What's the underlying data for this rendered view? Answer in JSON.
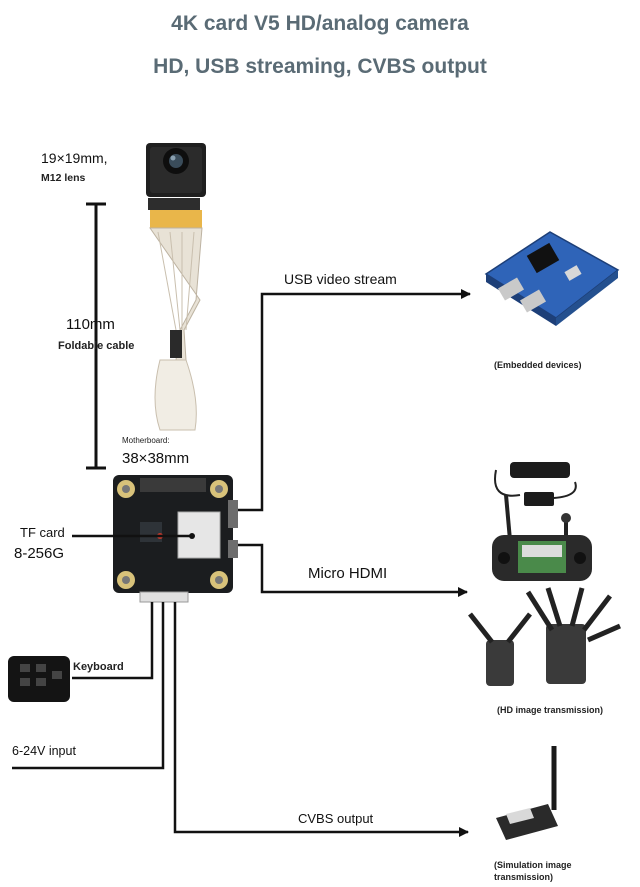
{
  "header": {
    "title_line1": "4K card V5 HD/analog camera",
    "title_line2": "HD, USB streaming, CVBS output"
  },
  "camera": {
    "size": "19×19mm,",
    "lens": "M12 lens"
  },
  "cable": {
    "length": "110mm",
    "desc": "Foldable cable"
  },
  "motherboard": {
    "label": "Motherboard:",
    "size": "38×38mm"
  },
  "tf_card": {
    "label": "TF card",
    "capacity": "8-256G"
  },
  "outputs": {
    "usb": "USB video stream",
    "hdmi": "Micro HDMI",
    "cvbs": "CVBS output"
  },
  "inputs": {
    "keyboard": "Keyboard",
    "power": "6-24V input"
  },
  "devices": {
    "embedded": "(Embedded devices)",
    "hd_tx": "(HD image transmission)",
    "sim_tx_line1": "(Simulation image",
    "sim_tx_line2": "transmission)"
  },
  "colors": {
    "title": "#5a6b75",
    "board": "#1b1d1f",
    "embedded_board": "#2f64b8",
    "cable": "#d9d2c4",
    "connector": "#e9b64a"
  }
}
